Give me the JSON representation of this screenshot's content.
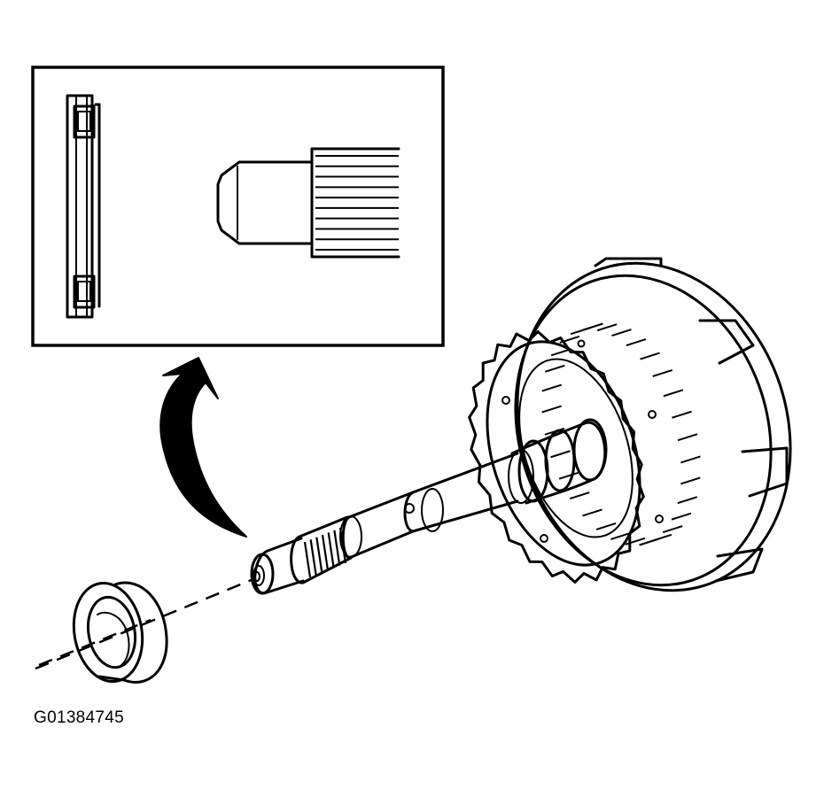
{
  "figure": {
    "id_label": "G01384745"
  },
  "colors": {
    "line": "#000000",
    "background": "#ffffff"
  },
  "splines": {
    "inset_count": 10,
    "shaft_count": 7,
    "drum_teeth": 30,
    "ring_teeth": 24
  }
}
